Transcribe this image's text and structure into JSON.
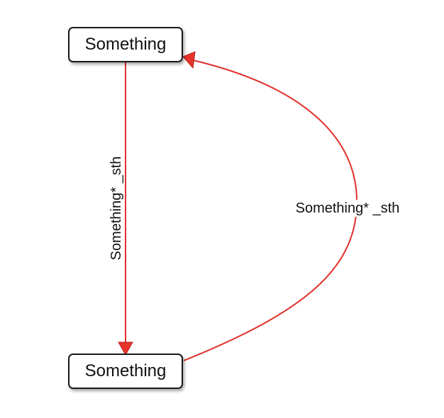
{
  "diagram": {
    "nodes": {
      "top": {
        "label": "Something"
      },
      "bottom": {
        "label": "Something"
      }
    },
    "edges": {
      "down": {
        "from": "top",
        "to": "bottom",
        "label": "Something* _sth"
      },
      "up": {
        "from": "bottom",
        "to": "top",
        "label": "Something* _sth"
      }
    },
    "colors": {
      "edge_stroke": "#e0302a",
      "arrowhead_fill": "#e8332b",
      "node_border": "#1a1a1a",
      "node_text": "#111111"
    }
  }
}
